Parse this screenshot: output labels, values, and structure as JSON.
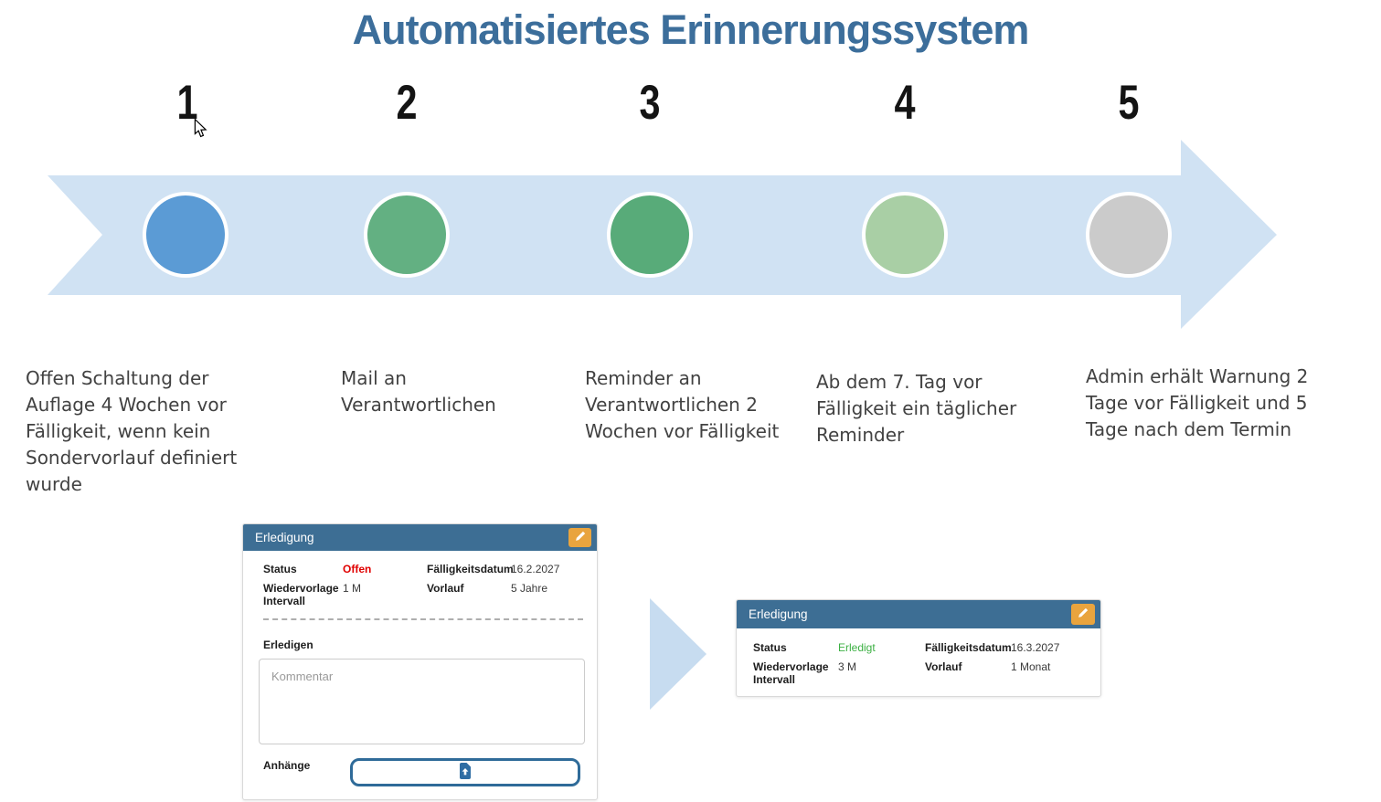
{
  "title": "Automatisiertes Erinnerungssystem",
  "colors": {
    "title_text": "#3C6E9B",
    "arrow_band": "#D0E2F3",
    "transition_arrow": "#C7DCF0",
    "card_header": "#3D6E94",
    "edit_button": "#E9A43E",
    "status_open": "#E00000",
    "status_done": "#3CB043"
  },
  "timeline": {
    "steps": [
      {
        "number": "1",
        "circle_color": "#5B9BD5",
        "description": "Offen Schaltung der Auflage 4 Wochen vor Fälligkeit, wenn kein Sondervorlauf definiert wurde"
      },
      {
        "number": "2",
        "circle_color": "#63B082",
        "description": "Mail an Verantwortlichen"
      },
      {
        "number": "3",
        "circle_color": "#58AB79",
        "description": "Reminder an Verantwortlichen 2 Wochen vor Fälligkeit"
      },
      {
        "number": "4",
        "circle_color": "#A9CFA5",
        "description": "Ab dem 7. Tag vor Fälligkeit ein täglicher Reminder"
      },
      {
        "number": "5",
        "circle_color": "#CBCBCB",
        "description": "Admin erhält Warnung 2 Tage vor Fälligkeit und 5 Tage nach dem Termin"
      }
    ]
  },
  "card_open": {
    "header": "Erledigung",
    "status_label": "Status",
    "status_value": "Offen",
    "faelligkeitsdatum_label": "Fälligkeitsdatum",
    "faelligkeitsdatum_value": "16.2.2027",
    "wiedervorlage_label_line1": "Wiedervorlage",
    "wiedervorlage_label_line2": "Intervall",
    "wiedervorlage_value": "1 M",
    "vorlauf_label": "Vorlauf",
    "vorlauf_value": "5 Jahre",
    "erledigen_label": "Erledigen",
    "kommentar_placeholder": "Kommentar",
    "anhaenge_label": "Anhänge"
  },
  "card_done": {
    "header": "Erledigung",
    "status_label": "Status",
    "status_value": "Erledigt",
    "faelligkeitsdatum_label": "Fälligkeitsdatum",
    "faelligkeitsdatum_value": "16.3.2027",
    "wiedervorlage_label_line1": "Wiedervorlage",
    "wiedervorlage_label_line2": "Intervall",
    "wiedervorlage_value": "3 M",
    "vorlauf_label": "Vorlauf",
    "vorlauf_value": "1 Monat"
  }
}
